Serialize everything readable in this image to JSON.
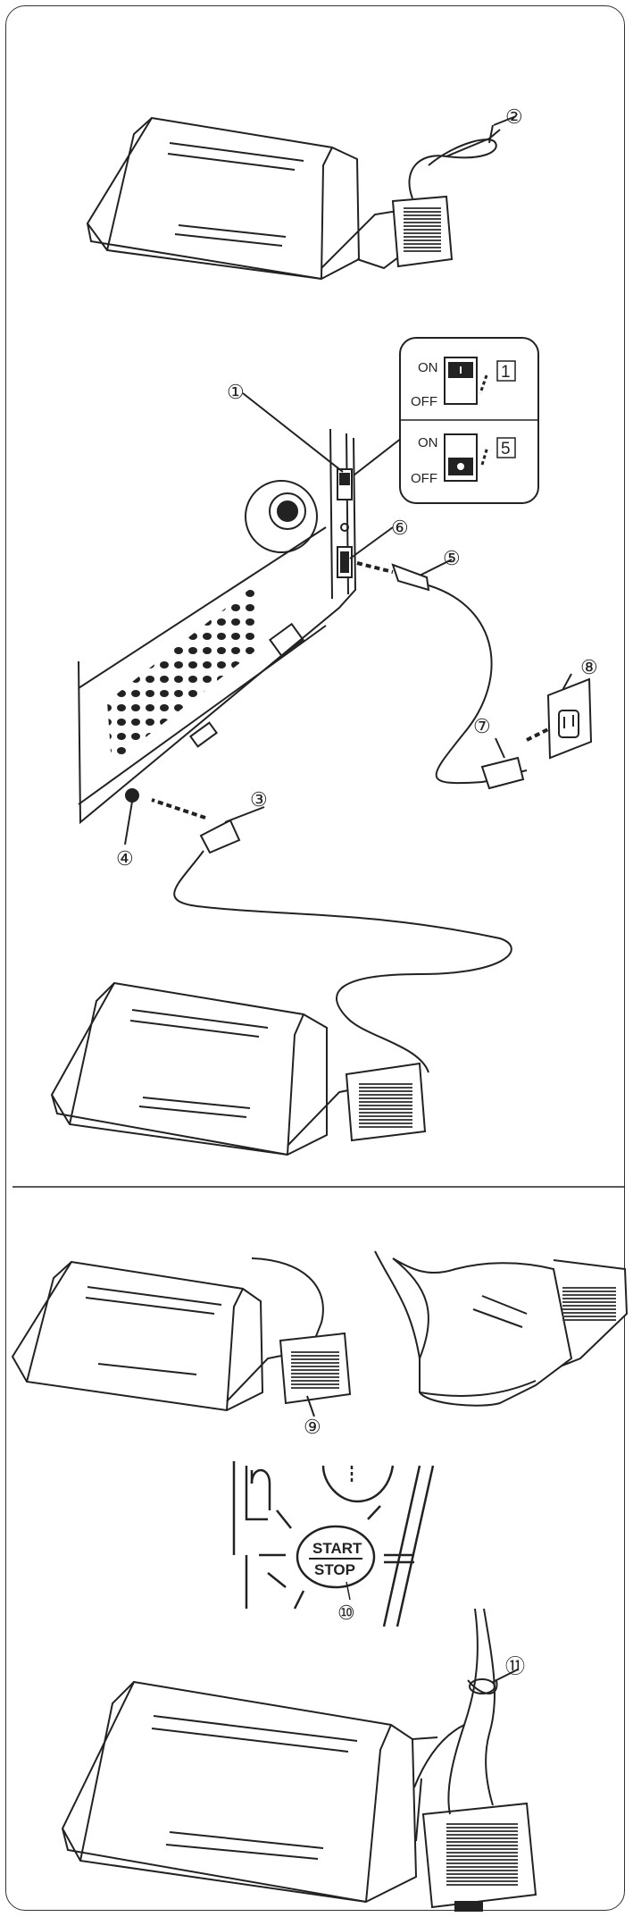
{
  "callouts": {
    "c1": "①",
    "c2": "②",
    "c3": "③",
    "c4": "④",
    "c5": "⑤",
    "c6": "⑥",
    "c7": "⑦",
    "c8": "⑧",
    "c9": "⑨",
    "c10": "⑩",
    "c11": "⑪"
  },
  "switch_inset": {
    "top": {
      "on": "ON",
      "off": "OFF",
      "step": "1"
    },
    "bottom": {
      "on": "ON",
      "off": "OFF",
      "step": "5"
    }
  },
  "start_stop": {
    "start": "START",
    "stop": "STOP"
  }
}
